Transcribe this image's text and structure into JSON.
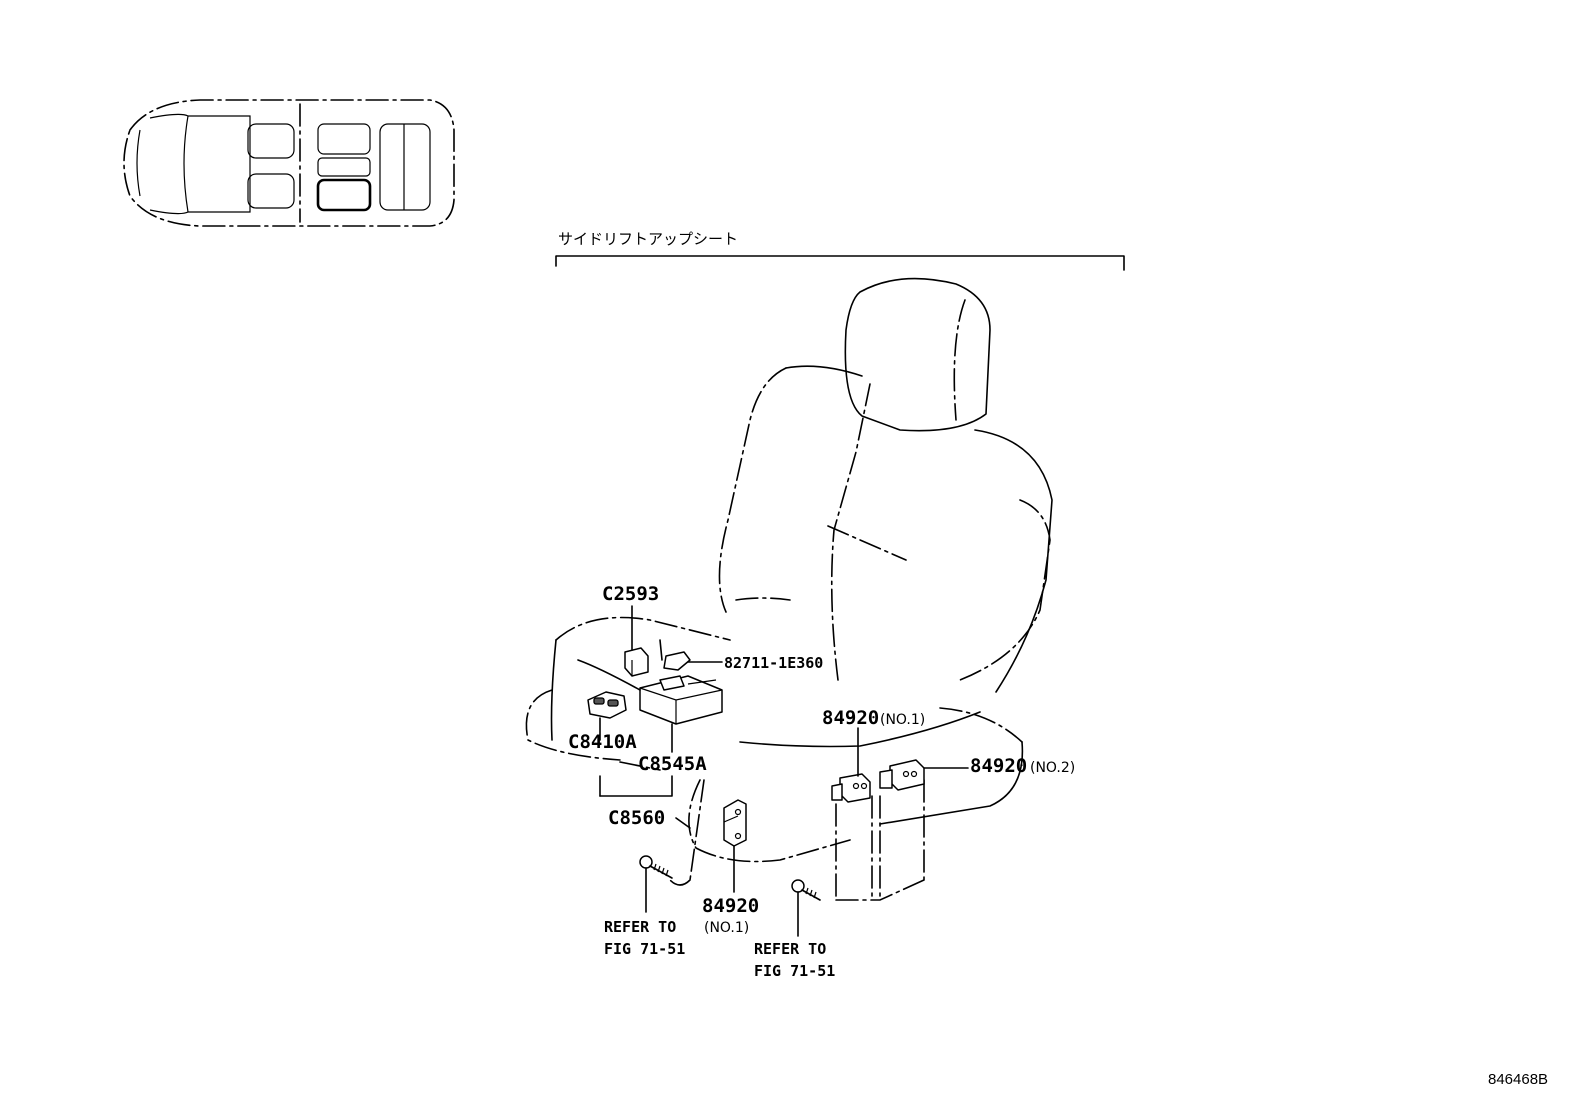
{
  "section_title": "サイドリフトアップシート",
  "figure_number": "846468B",
  "part_labels": {
    "c2593": "C2593",
    "p82711": "82711-1E360",
    "c8410a": "C8410A",
    "c8545a": "C8545A",
    "c8560": "C8560",
    "p84920_no1_upper": "84920",
    "p84920_no1_upper_suffix": "(NO.1)",
    "p84920_no2": "84920",
    "p84920_no2_suffix": "(NO.2)",
    "p84920_no1_lower": "84920",
    "p84920_no1_lower_suffix": "(NO.1)"
  },
  "refer_notes": {
    "left_line1": "REFER TO",
    "left_line2": "FIG 71-51",
    "right_line1": "REFER TO",
    "right_line2": "FIG 71-51"
  }
}
